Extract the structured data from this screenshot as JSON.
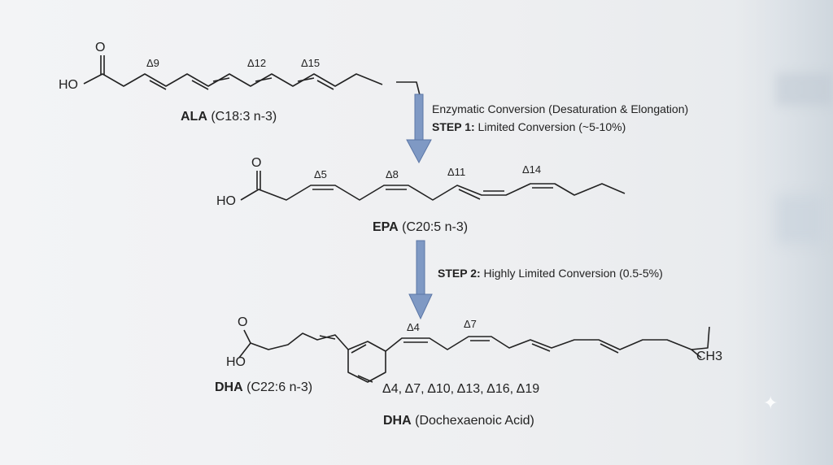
{
  "molecules": {
    "ala": {
      "bold": "ALA",
      "rest": " (C18:3 n-3)",
      "deltas": [
        "Δ9",
        "Δ12",
        "Δ15"
      ],
      "o": "O",
      "ho": "HO"
    },
    "epa": {
      "bold": "EPA",
      "rest": " (C20:5 n-3)",
      "deltas": [
        "Δ5",
        "Δ8",
        "Δ11",
        "Δ14"
      ],
      "o": "O",
      "ho": "HO"
    },
    "dha": {
      "bold": "DHA",
      "rest": " (C22:6 n-3)",
      "deltas": [
        "Δ4",
        "Δ7"
      ],
      "o": "O",
      "ho": "HO",
      "ch3": "CH3",
      "delta_list": "Δ4, Δ7, Δ10, Δ13, Δ16, Δ19",
      "name_bold": "DHA",
      "name_rest": " (Dochexaenoic Acid)"
    }
  },
  "steps": {
    "header": "Enzymatic Conversion (Desaturation & Elongation)",
    "step1_bold": "STEP 1:",
    "step1_rest": " Limited Conversion (~5-10%)",
    "step2_bold": "STEP 2:",
    "step2_rest": " Highly Limited Conversion (0.5-5%)"
  },
  "colors": {
    "arrow": "#7f99c4",
    "arrow_stroke": "#5b76a6",
    "ink": "#222222"
  }
}
